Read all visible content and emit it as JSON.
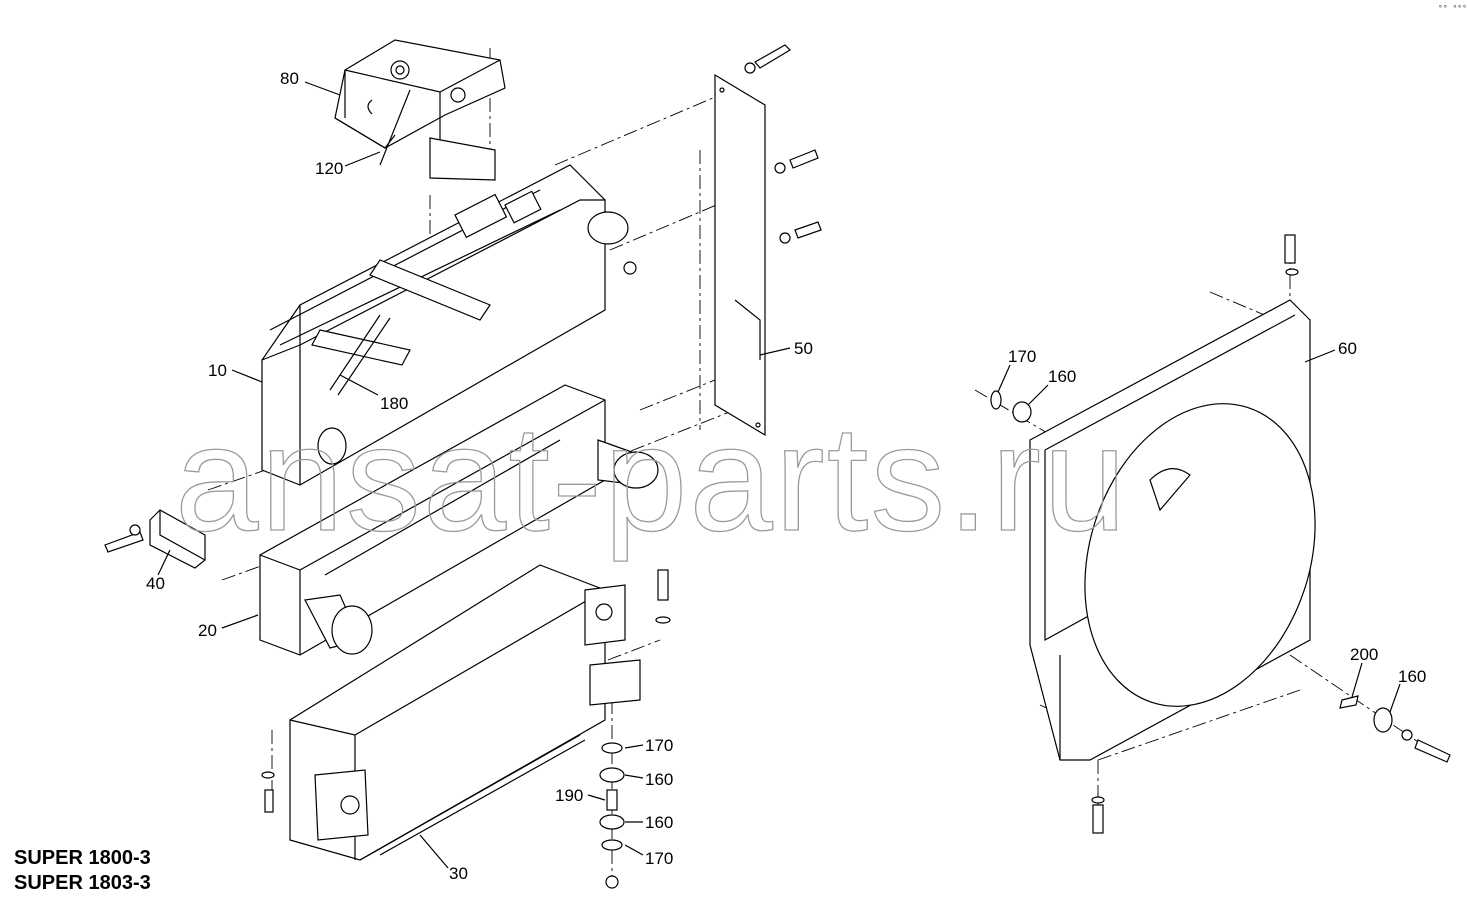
{
  "watermark": "ansat-parts.ru",
  "corner_mark": "°° °°°",
  "models": [
    "SUPER 1800-3",
    "SUPER 1803-3"
  ],
  "callouts": {
    "c80": "80",
    "c120": "120",
    "c10": "10",
    "c180": "180",
    "c50": "50",
    "c40": "40",
    "c20": "20",
    "c30": "30",
    "c170a": "170",
    "c160a": "160",
    "c190": "190",
    "c160b": "160",
    "c170b": "170",
    "c170c": "170",
    "c160c": "160",
    "c60": "60",
    "c200": "200",
    "c160d": "160"
  }
}
